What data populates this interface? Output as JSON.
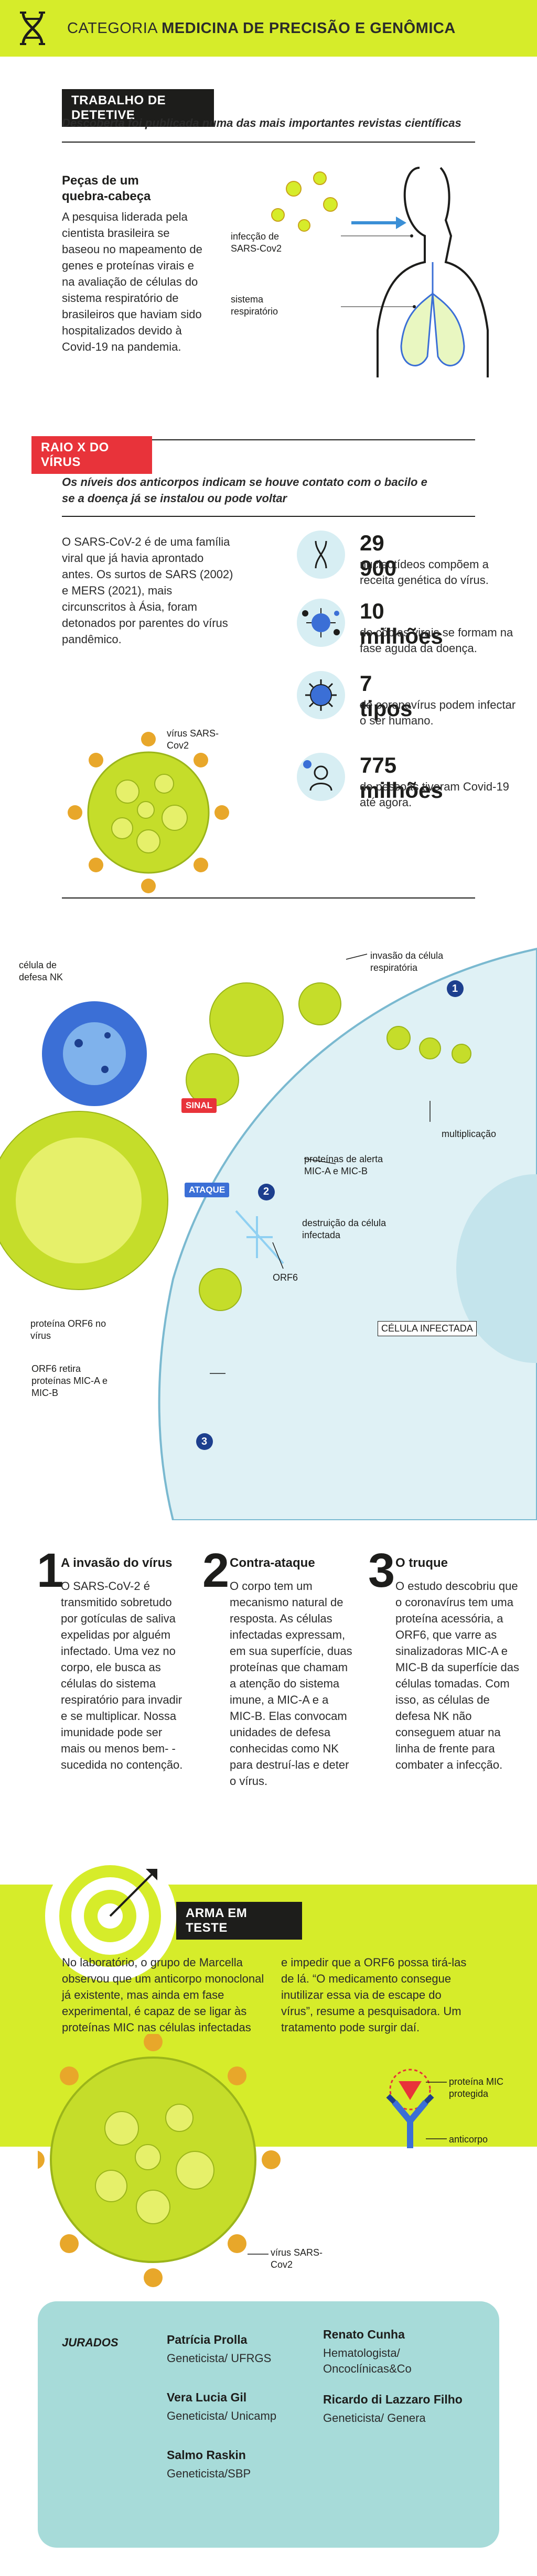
{
  "header": {
    "category_prefix": "CATEGORIA",
    "category_name": "MEDICINA DE PRECISÃO E GENÔMICA"
  },
  "detective": {
    "label": "TRABALHO DE DETETIVE",
    "subtitle": "Descoberta foi publicada numa das mais importantes revistas científicas",
    "heading": "Peças de um quebra-cabeça",
    "text": "A pesquisa liderada pela cientista brasileira se baseou no mapeamento de genes e proteínas virais e na avaliação de células do sistema respiratório de brasileiros que haviam sido hospitalizados devido à Covid-19 na pandemia.",
    "label_infection": "infecção de SARS-Cov2",
    "label_system": "sistema respiratório"
  },
  "xray": {
    "label": "RAIO X DO VÍRUS",
    "subtitle": "Os níveis dos anticorpos indicam se houve contato com o bacilo e se a doença já se instalou ou pode voltar",
    "text": "O SARS-CoV-2 é de uma família viral que já havia aprontado antes. Os surtos de SARS (2002) e MERS (2021), mais circunscritos à Ásia, foram detonados por parentes do vírus pandêmico.",
    "virus_label": "vírus SARS-Cov2",
    "stats": [
      {
        "num": "29 900",
        "text": "nucleotídeos compõem a receita genética do vírus.",
        "icon": "dna-icon"
      },
      {
        "num": "10 milhões",
        "text": "de cópias virais se formam na fase aguda da doença.",
        "icon": "virus-copies-icon"
      },
      {
        "num": "7 tipos",
        "text": "de coronavírus podem infectar o ser humano.",
        "icon": "coronavirus-icon"
      },
      {
        "num": "775 milhões",
        "text": "de pessoas tiveram Covid-19 até agora.",
        "icon": "person-virus-icon"
      }
    ]
  },
  "diagram": {
    "nk_cell": "célula de defesa NK",
    "invasion": "invasão da célula respiratória",
    "multiplication": "multiplicação",
    "signal": "SINAL",
    "attack": "ATAQUE",
    "alert_proteins": "proteínas de alerta MIC-A e MIC-B",
    "destruction": "destruição da célula infectada",
    "orf6": "ORF6",
    "orf6_protein": "proteína ORF6 no vírus",
    "orf6_removes": "ORF6 retira proteínas MIC-A e MIC-B",
    "infected_cell": "CÉLULA INFECTADA",
    "step1": "1",
    "step2": "2",
    "step3": "3"
  },
  "steps": [
    {
      "num": "1",
      "title": "A invasão do vírus",
      "text": "O SARS-CoV-2 é transmitido sobretudo por gotículas de saliva expelidas por alguém infectado. Uma vez no corpo, ele busca as células do sistema respiratório para invadir e se multiplicar. Nossa imunidade pode ser mais ou menos bem- -sucedida no contenção."
    },
    {
      "num": "2",
      "title": "Contra-ataque",
      "text": "O corpo tem um mecanismo natural de resposta. As células infectadas expressam, em sua superfície, duas proteínas que chamam a atenção do sistema imune, a MIC-A e a MIC-B. Elas convocam unidades de defesa conhecidas como NK para destruí-las e deter o vírus."
    },
    {
      "num": "3",
      "title": "O truque",
      "text": "O estudo descobriu que o coronavírus tem uma proteína acessória, a ORF6, que varre as sinalizadoras MIC-A e MIC-B da superfície das células tomadas. Com isso, as células de defesa NK não conseguem atuar na linha de frente para combater a infecção."
    }
  ],
  "test": {
    "label": "ARMA EM TESTE",
    "text_left": "No laboratório, o grupo de Marcella observou que um anticorpo monoclonal já existente, mas ainda em fase experimental, é capaz de se ligar às proteínas MIC nas células infectadas",
    "text_right": "e impedir que a ORF6 possa tirá-las de lá. “O medicamento consegue inutilizar essa via de escape do vírus”, resume a pesquisadora. Um tratamento pode surgir daí.",
    "label_protected": "proteína MIC protegida",
    "label_antibody": "anticorpo",
    "label_virus": "vírus SARS-Cov2"
  },
  "jury": {
    "label": "JURADOS",
    "members": [
      {
        "name": "Patrícia Prolla",
        "role": "Geneticista/ UFRGS"
      },
      {
        "name": "Vera Lucia Gil",
        "role": "Geneticista/ Unicamp"
      },
      {
        "name": "Salmo Raskin",
        "role": "Geneticista/SBP"
      },
      {
        "name": "Renato Cunha",
        "role": "Hematologista/ Oncoclínicas&Co"
      },
      {
        "name": "Ricardo di Lazzaro Filho",
        "role": "Geneticista/ Genera"
      }
    ]
  },
  "colors": {
    "lime": "#d6ec2a",
    "red": "#e8333a",
    "black": "#1d1d1b",
    "teal": "#a7dbd9",
    "blue": "#3b6fd6"
  }
}
